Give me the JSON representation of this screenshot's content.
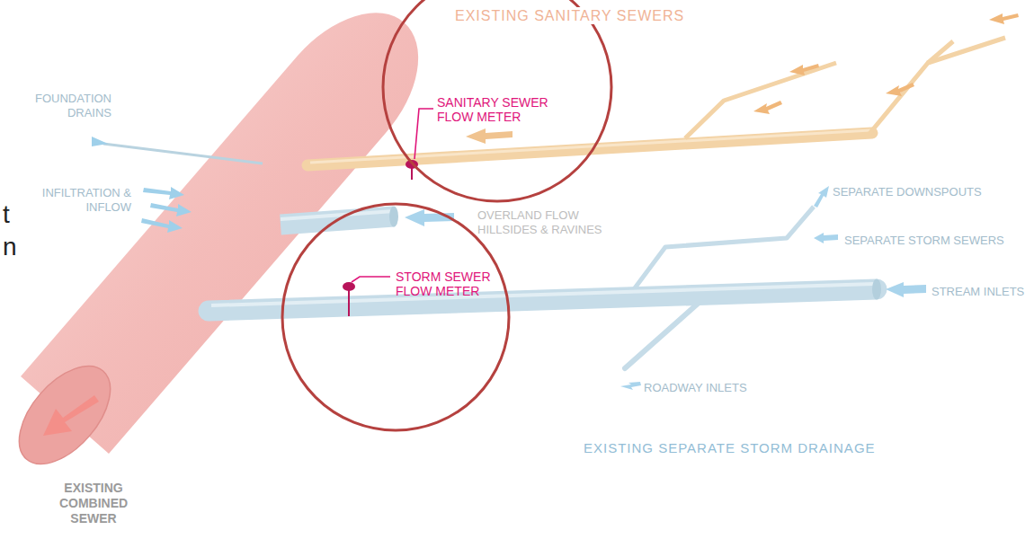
{
  "diagram": {
    "nodes": [
      {
        "text": [
          "SANITARY SEWER FLOW METER"
        ]
      },
      {
        "text": [
          "STORM SEWER FLOW METER"
        ]
      }
    ],
    "labels": [
      "EXISTING SANITARY SEWERS",
      "FOUNDATION DRAINS",
      "INFILTRATION & INFLOW",
      "OVERLAND FLOW HILLSIDES & RAVINES",
      "SEPARATE DOWNSPOUTS",
      "SEPARATE STORM SEWERS",
      "STREAM INLETS",
      "ROADWAY INLETS",
      "EXISTING SEPARATE STORM DRAINAGE",
      "EXISTING COMBINED SEWER",
      "t",
      "n"
    ]
  }
}
